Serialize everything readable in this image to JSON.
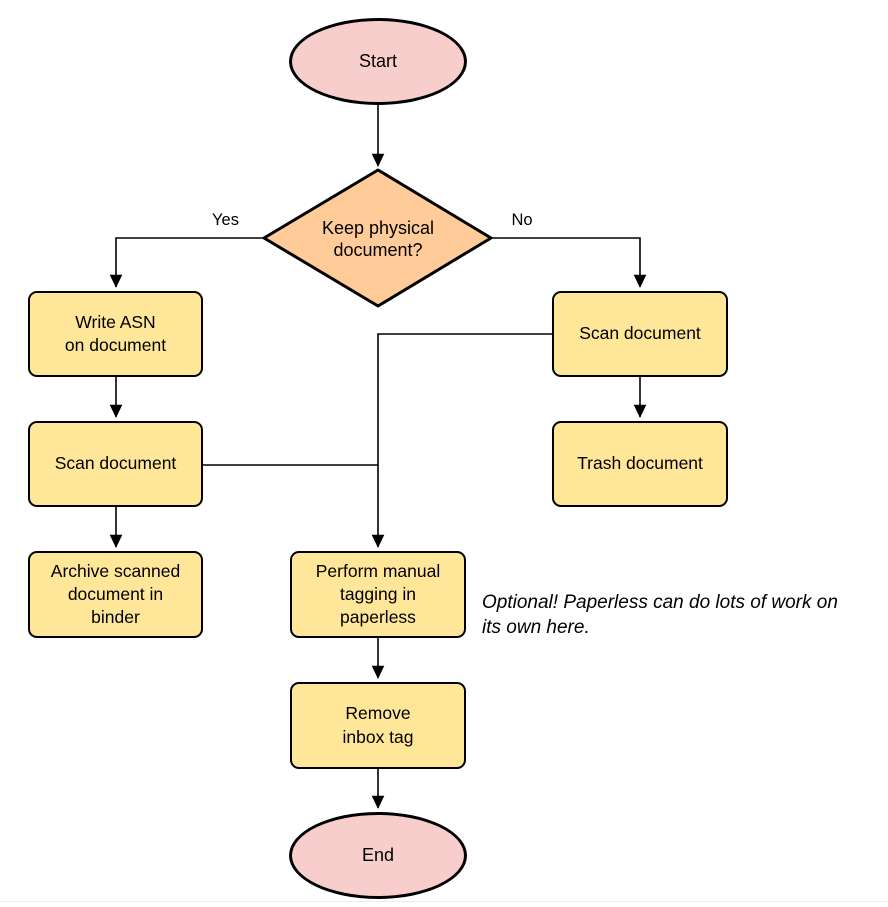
{
  "diagram": {
    "type": "flowchart",
    "nodes": {
      "start": {
        "label": "Start",
        "shape": "ellipse"
      },
      "decision": {
        "label": "Keep physical\ndocument?",
        "shape": "diamond"
      },
      "write_asn": {
        "label": "Write ASN\non document",
        "shape": "rounded-rect"
      },
      "scan_left": {
        "label": "Scan document",
        "shape": "rounded-rect"
      },
      "archive": {
        "label": "Archive scanned\ndocument in\nbinder",
        "shape": "rounded-rect"
      },
      "scan_right": {
        "label": "Scan document",
        "shape": "rounded-rect"
      },
      "trash": {
        "label": "Trash document",
        "shape": "rounded-rect"
      },
      "tagging": {
        "label": "Perform manual\ntagging in\npaperless",
        "shape": "rounded-rect"
      },
      "remove_tag": {
        "label": "Remove\ninbox tag",
        "shape": "rounded-rect"
      },
      "end": {
        "label": "End",
        "shape": "ellipse"
      }
    },
    "edge_labels": {
      "yes": "Yes",
      "no": "No"
    },
    "note": {
      "text": "Optional! Paperless can do lots of work on\nits own here."
    },
    "colors": {
      "terminal_fill": "#f8cecc",
      "decision_fill": "#ffcc99",
      "process_fill": "#ffe699",
      "stroke": "#000000",
      "text": "#000000"
    }
  }
}
